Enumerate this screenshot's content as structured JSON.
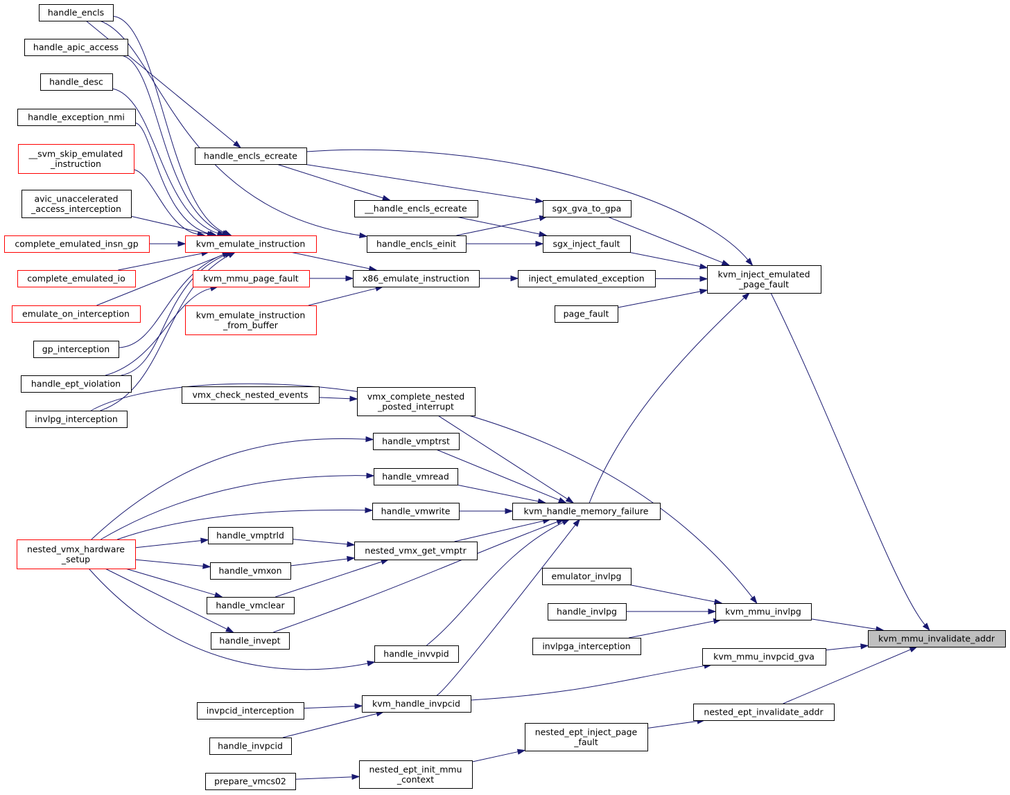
{
  "colors": {
    "edge": "#191970",
    "normal_border": "#000000",
    "truncated_border": "#ff0000",
    "root_fill": "#bfbfbf",
    "node_fill": "#ffffff"
  },
  "nodes": [
    {
      "id": "handle_encls",
      "lines": [
        "handle_encls"
      ],
      "style": "normal"
    },
    {
      "id": "handle_apic_access",
      "lines": [
        "handle_apic_access"
      ],
      "style": "normal"
    },
    {
      "id": "handle_desc",
      "lines": [
        "handle_desc"
      ],
      "style": "normal"
    },
    {
      "id": "handle_exception_nmi",
      "lines": [
        "handle_exception_nmi"
      ],
      "style": "normal"
    },
    {
      "id": "svm_skip",
      "lines": [
        "__svm_skip_emulated",
        "_instruction"
      ],
      "style": "truncated"
    },
    {
      "id": "avic_unacc",
      "lines": [
        "avic_unaccelerated",
        "_access_interception"
      ],
      "style": "normal"
    },
    {
      "id": "complete_emulated_insn_gp",
      "lines": [
        "complete_emulated_insn_gp"
      ],
      "style": "truncated"
    },
    {
      "id": "complete_emulated_io",
      "lines": [
        "complete_emulated_io"
      ],
      "style": "truncated"
    },
    {
      "id": "emulate_on_interception",
      "lines": [
        "emulate_on_interception"
      ],
      "style": "truncated"
    },
    {
      "id": "gp_interception",
      "lines": [
        "gp_interception"
      ],
      "style": "normal"
    },
    {
      "id": "handle_ept_violation",
      "lines": [
        "handle_ept_violation"
      ],
      "style": "normal"
    },
    {
      "id": "invlpg_interception",
      "lines": [
        "invlpg_interception"
      ],
      "style": "normal"
    },
    {
      "id": "nested_vmx_hardware_setup",
      "lines": [
        "nested_vmx_hardware",
        "_setup"
      ],
      "style": "truncated"
    },
    {
      "id": "handle_encls_ecreate",
      "lines": [
        "handle_encls_ecreate"
      ],
      "style": "normal"
    },
    {
      "id": "kvm_emulate_instruction",
      "lines": [
        "kvm_emulate_instruction"
      ],
      "style": "truncated"
    },
    {
      "id": "kvm_mmu_page_fault",
      "lines": [
        "kvm_mmu_page_fault"
      ],
      "style": "truncated"
    },
    {
      "id": "kvm_emulate_instruction_from_buffer",
      "lines": [
        "kvm_emulate_instruction",
        "_from_buffer"
      ],
      "style": "truncated"
    },
    {
      "id": "vmx_check_nested_events",
      "lines": [
        "vmx_check_nested_events"
      ],
      "style": "normal"
    },
    {
      "id": "handle_vmptrld",
      "lines": [
        "handle_vmptrld"
      ],
      "style": "normal"
    },
    {
      "id": "handle_vmxon",
      "lines": [
        "handle_vmxon"
      ],
      "style": "normal"
    },
    {
      "id": "handle_vmclear",
      "lines": [
        "handle_vmclear"
      ],
      "style": "normal"
    },
    {
      "id": "handle_invept",
      "lines": [
        "handle_invept"
      ],
      "style": "normal"
    },
    {
      "id": "invpcid_interception",
      "lines": [
        "invpcid_interception"
      ],
      "style": "normal"
    },
    {
      "id": "handle_invpcid",
      "lines": [
        "handle_invpcid"
      ],
      "style": "normal"
    },
    {
      "id": "prepare_vmcs02",
      "lines": [
        "prepare_vmcs02"
      ],
      "style": "normal"
    },
    {
      "id": "__handle_encls_ecreate",
      "lines": [
        "__handle_encls_ecreate"
      ],
      "style": "normal"
    },
    {
      "id": "handle_encls_einit",
      "lines": [
        "handle_encls_einit"
      ],
      "style": "normal"
    },
    {
      "id": "x86_emulate_instruction",
      "lines": [
        "x86_emulate_instruction"
      ],
      "style": "normal"
    },
    {
      "id": "vmx_complete_nested_posted_interrupt",
      "lines": [
        "vmx_complete_nested",
        "_posted_interrupt"
      ],
      "style": "normal"
    },
    {
      "id": "handle_vmptrst",
      "lines": [
        "handle_vmptrst"
      ],
      "style": "normal"
    },
    {
      "id": "handle_vmread",
      "lines": [
        "handle_vmread"
      ],
      "style": "normal"
    },
    {
      "id": "handle_vmwrite",
      "lines": [
        "handle_vmwrite"
      ],
      "style": "normal"
    },
    {
      "id": "nested_vmx_get_vmptr",
      "lines": [
        "nested_vmx_get_vmptr"
      ],
      "style": "normal"
    },
    {
      "id": "handle_invvpid",
      "lines": [
        "handle_invvpid"
      ],
      "style": "normal"
    },
    {
      "id": "kvm_handle_invpcid",
      "lines": [
        "kvm_handle_invpcid"
      ],
      "style": "normal"
    },
    {
      "id": "nested_ept_init_mmu_context",
      "lines": [
        "nested_ept_init_mmu",
        "_context"
      ],
      "style": "normal"
    },
    {
      "id": "sgx_gva_to_gpa",
      "lines": [
        "sgx_gva_to_gpa"
      ],
      "style": "normal"
    },
    {
      "id": "sgx_inject_fault",
      "lines": [
        "sgx_inject_fault"
      ],
      "style": "normal"
    },
    {
      "id": "inject_emulated_exception",
      "lines": [
        "inject_emulated_exception"
      ],
      "style": "normal"
    },
    {
      "id": "page_fault",
      "lines": [
        "page_fault"
      ],
      "style": "normal"
    },
    {
      "id": "kvm_handle_memory_failure",
      "lines": [
        "kvm_handle_memory_failure"
      ],
      "style": "normal"
    },
    {
      "id": "emulator_invlpg",
      "lines": [
        "emulator_invlpg"
      ],
      "style": "normal"
    },
    {
      "id": "handle_invlpg",
      "lines": [
        "handle_invlpg"
      ],
      "style": "normal"
    },
    {
      "id": "invlpga_interception",
      "lines": [
        "invlpga_interception"
      ],
      "style": "normal"
    },
    {
      "id": "nested_ept_inject_page_fault",
      "lines": [
        "nested_ept_inject_page",
        "_fault"
      ],
      "style": "normal"
    },
    {
      "id": "kvm_inject_emulated_page_fault",
      "lines": [
        "kvm_inject_emulated",
        "_page_fault"
      ],
      "style": "normal"
    },
    {
      "id": "kvm_mmu_invlpg",
      "lines": [
        "kvm_mmu_invlpg"
      ],
      "style": "normal"
    },
    {
      "id": "kvm_mmu_invpcid_gva",
      "lines": [
        "kvm_mmu_invpcid_gva"
      ],
      "style": "normal"
    },
    {
      "id": "nested_ept_invalidate_addr",
      "lines": [
        "nested_ept_invalidate_addr"
      ],
      "style": "normal"
    },
    {
      "id": "kvm_mmu_invalidate_addr",
      "lines": [
        "kvm_mmu_invalidate_addr"
      ],
      "style": "root"
    }
  ],
  "edges": [
    {
      "from": "handle_encls",
      "to": "handle_encls_ecreate"
    },
    {
      "from": "handle_encls",
      "to": "handle_encls_einit"
    },
    {
      "from": "handle_encls",
      "to": "kvm_emulate_instruction"
    },
    {
      "from": "handle_apic_access",
      "to": "kvm_emulate_instruction"
    },
    {
      "from": "handle_desc",
      "to": "kvm_emulate_instruction"
    },
    {
      "from": "handle_exception_nmi",
      "to": "kvm_emulate_instruction"
    },
    {
      "from": "svm_skip",
      "to": "kvm_emulate_instruction"
    },
    {
      "from": "avic_unacc",
      "to": "kvm_emulate_instruction"
    },
    {
      "from": "complete_emulated_insn_gp",
      "to": "kvm_emulate_instruction"
    },
    {
      "from": "complete_emulated_io",
      "to": "kvm_emulate_instruction"
    },
    {
      "from": "emulate_on_interception",
      "to": "kvm_emulate_instruction"
    },
    {
      "from": "gp_interception",
      "to": "kvm_emulate_instruction"
    },
    {
      "from": "handle_ept_violation",
      "to": "kvm_emulate_instruction"
    },
    {
      "from": "handle_ept_violation",
      "to": "kvm_mmu_page_fault"
    },
    {
      "from": "invlpg_interception",
      "to": "kvm_emulate_instruction"
    },
    {
      "from": "invlpg_interception",
      "to": "kvm_mmu_invlpg"
    },
    {
      "from": "handle_encls_ecreate",
      "to": "__handle_encls_ecreate"
    },
    {
      "from": "handle_encls_ecreate",
      "to": "sgx_gva_to_gpa"
    },
    {
      "from": "handle_encls_ecreate",
      "to": "kvm_inject_emulated_page_fault"
    },
    {
      "from": "__handle_encls_ecreate",
      "to": "sgx_inject_fault"
    },
    {
      "from": "handle_encls_einit",
      "to": "sgx_gva_to_gpa"
    },
    {
      "from": "handle_encls_einit",
      "to": "sgx_inject_fault"
    },
    {
      "from": "kvm_emulate_instruction",
      "to": "x86_emulate_instruction"
    },
    {
      "from": "kvm_mmu_page_fault",
      "to": "x86_emulate_instruction"
    },
    {
      "from": "kvm_emulate_instruction_from_buffer",
      "to": "x86_emulate_instruction"
    },
    {
      "from": "x86_emulate_instruction",
      "to": "inject_emulated_exception"
    },
    {
      "from": "sgx_gva_to_gpa",
      "to": "kvm_inject_emulated_page_fault"
    },
    {
      "from": "sgx_inject_fault",
      "to": "kvm_inject_emulated_page_fault"
    },
    {
      "from": "inject_emulated_exception",
      "to": "kvm_inject_emulated_page_fault"
    },
    {
      "from": "page_fault",
      "to": "kvm_inject_emulated_page_fault"
    },
    {
      "from": "kvm_handle_memory_failure",
      "to": "kvm_inject_emulated_page_fault"
    },
    {
      "from": "vmx_check_nested_events",
      "to": "vmx_complete_nested_posted_interrupt"
    },
    {
      "from": "vmx_complete_nested_posted_interrupt",
      "to": "kvm_handle_memory_failure"
    },
    {
      "from": "handle_vmptrst",
      "to": "kvm_handle_memory_failure"
    },
    {
      "from": "handle_vmread",
      "to": "kvm_handle_memory_failure"
    },
    {
      "from": "handle_vmwrite",
      "to": "kvm_handle_memory_failure"
    },
    {
      "from": "nested_vmx_get_vmptr",
      "to": "kvm_handle_memory_failure"
    },
    {
      "from": "handle_invept",
      "to": "kvm_handle_memory_failure"
    },
    {
      "from": "handle_invvpid",
      "to": "kvm_handle_memory_failure"
    },
    {
      "from": "kvm_handle_invpcid",
      "to": "kvm_handle_memory_failure"
    },
    {
      "from": "kvm_handle_invpcid",
      "to": "kvm_mmu_invpcid_gva"
    },
    {
      "from": "nested_vmx_hardware_setup",
      "to": "handle_vmptrst"
    },
    {
      "from": "nested_vmx_hardware_setup",
      "to": "handle_vmread"
    },
    {
      "from": "nested_vmx_hardware_setup",
      "to": "handle_vmwrite"
    },
    {
      "from": "nested_vmx_hardware_setup",
      "to": "handle_vmptrld"
    },
    {
      "from": "nested_vmx_hardware_setup",
      "to": "handle_vmxon"
    },
    {
      "from": "nested_vmx_hardware_setup",
      "to": "handle_vmclear"
    },
    {
      "from": "nested_vmx_hardware_setup",
      "to": "handle_invept"
    },
    {
      "from": "nested_vmx_hardware_setup",
      "to": "handle_invvpid"
    },
    {
      "from": "handle_vmptrld",
      "to": "nested_vmx_get_vmptr"
    },
    {
      "from": "handle_vmxon",
      "to": "nested_vmx_get_vmptr"
    },
    {
      "from": "handle_vmclear",
      "to": "nested_vmx_get_vmptr"
    },
    {
      "from": "invpcid_interception",
      "to": "kvm_handle_invpcid"
    },
    {
      "from": "handle_invpcid",
      "to": "kvm_handle_invpcid"
    },
    {
      "from": "prepare_vmcs02",
      "to": "nested_ept_init_mmu_context"
    },
    {
      "from": "nested_ept_init_mmu_context",
      "to": "nested_ept_inject_page_fault"
    },
    {
      "from": "nested_ept_inject_page_fault",
      "to": "nested_ept_invalidate_addr"
    },
    {
      "from": "emulator_invlpg",
      "to": "kvm_mmu_invlpg"
    },
    {
      "from": "handle_invlpg",
      "to": "kvm_mmu_invlpg"
    },
    {
      "from": "invlpga_interception",
      "to": "kvm_mmu_invlpg"
    },
    {
      "from": "kvm_inject_emulated_page_fault",
      "to": "kvm_mmu_invalidate_addr"
    },
    {
      "from": "kvm_mmu_invlpg",
      "to": "kvm_mmu_invalidate_addr"
    },
    {
      "from": "kvm_mmu_invpcid_gva",
      "to": "kvm_mmu_invalidate_addr"
    },
    {
      "from": "nested_ept_invalidate_addr",
      "to": "kvm_mmu_invalidate_addr"
    }
  ]
}
